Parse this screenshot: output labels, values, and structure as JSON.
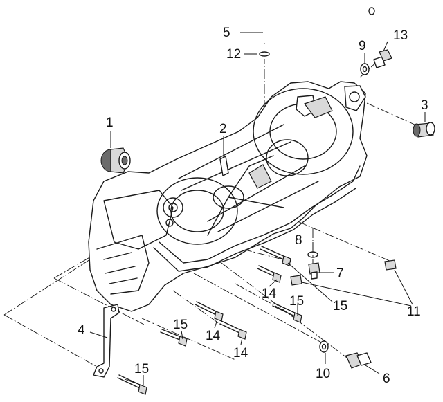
{
  "parts": [
    {
      "id": "part-1",
      "label": "1"
    },
    {
      "id": "part-2",
      "label": "2"
    },
    {
      "id": "part-3",
      "label": "3"
    },
    {
      "id": "part-4",
      "label": "4"
    },
    {
      "id": "part-5",
      "label": "5"
    },
    {
      "id": "part-6",
      "label": "6"
    },
    {
      "id": "part-7",
      "label": "7"
    },
    {
      "id": "part-8",
      "label": "8"
    },
    {
      "id": "part-9",
      "label": "9"
    },
    {
      "id": "part-10",
      "label": "10"
    },
    {
      "id": "part-11",
      "label": "11"
    },
    {
      "id": "part-12",
      "label": "12"
    },
    {
      "id": "part-13",
      "label": "13"
    },
    {
      "id": "part-14a",
      "label": "14"
    },
    {
      "id": "part-14b",
      "label": "14"
    },
    {
      "id": "part-14c",
      "label": "14"
    },
    {
      "id": "part-15a",
      "label": "15"
    },
    {
      "id": "part-15b",
      "label": "15"
    },
    {
      "id": "part-15c",
      "label": "15"
    },
    {
      "id": "part-15d",
      "label": "15"
    }
  ]
}
